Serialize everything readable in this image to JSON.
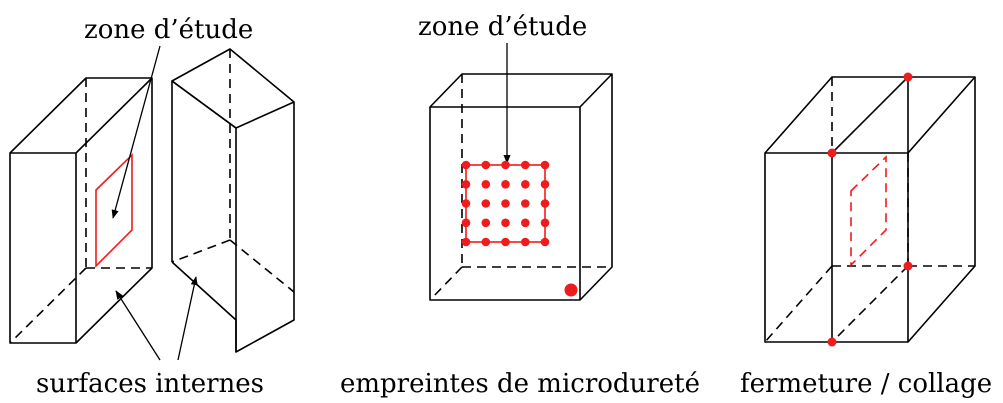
{
  "panels": {
    "left": {
      "top_label": "zone d’étude",
      "bottom_label": "surfaces internes"
    },
    "middle": {
      "top_label": "zone d’étude",
      "bottom_label": "empreintes de microdureté"
    },
    "right": {
      "bottom_label": "fermeture / collage"
    }
  },
  "colors": {
    "line": "#000000",
    "accent": "#ee1c1c",
    "background": "#ffffff"
  }
}
